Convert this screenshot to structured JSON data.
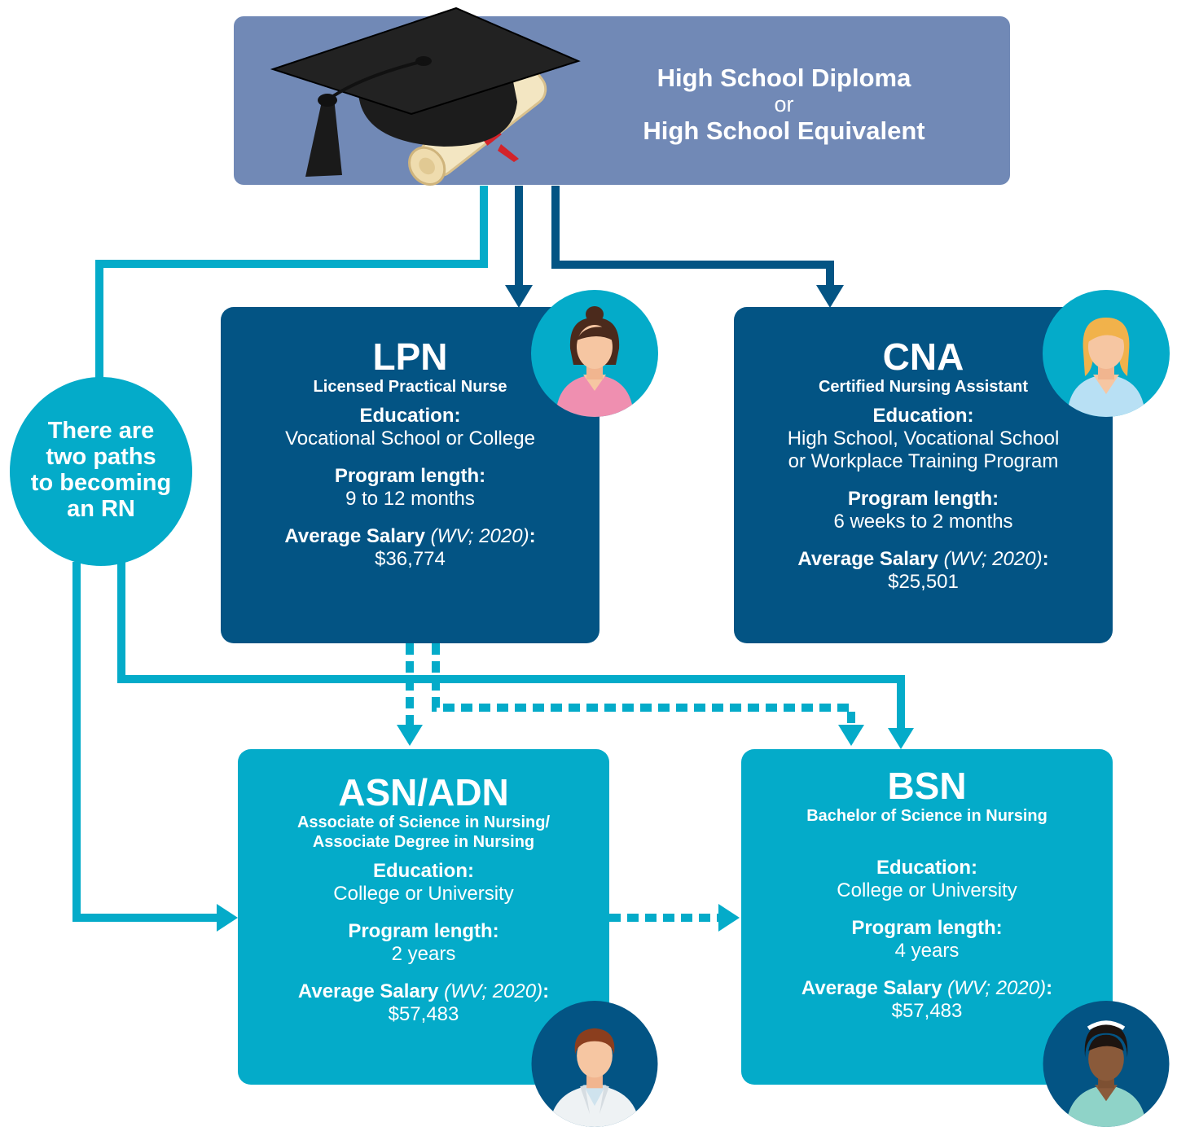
{
  "top": {
    "line1": "High School Diploma",
    "line2": "or",
    "line3": "High School Equivalent",
    "icon": "graduation-cap-diploma-icon"
  },
  "paths_note": {
    "line1": "There are",
    "line2": "two paths",
    "line3": "to becoming",
    "line4": "an RN"
  },
  "cards": {
    "lpn": {
      "title": "LPN",
      "subtitle": "Licensed Practical Nurse",
      "education_label": "Education:",
      "education_value": "Vocational School or College",
      "program_label": "Program length:",
      "program_value": "9 to 12 months",
      "salary_label": "Average Salary",
      "salary_note": "(WV; 2020)",
      "salary_colon": ":",
      "salary_value": "$36,774"
    },
    "cna": {
      "title": "CNA",
      "subtitle": "Certified Nursing Assistant",
      "education_label": "Education:",
      "education_value_1": "High School, Vocational School",
      "education_value_2": "or Workplace Training Program",
      "program_label": "Program length:",
      "program_value": "6 weeks to 2 months",
      "salary_label": "Average Salary",
      "salary_note": "(WV; 2020)",
      "salary_colon": ":",
      "salary_value": "$25,501"
    },
    "asn": {
      "title": "ASN/ADN",
      "subtitle_1": "Associate of Science in Nursing/",
      "subtitle_2": "Associate Degree in Nursing",
      "education_label": "Education:",
      "education_value": "College or University",
      "program_label": "Program length:",
      "program_value": "2 years",
      "salary_label": "Average Salary",
      "salary_note": "(WV; 2020)",
      "salary_colon": ":",
      "salary_value": "$57,483"
    },
    "bsn": {
      "title": "BSN",
      "subtitle": "Bachelor of Science in Nursing",
      "education_label": "Education:",
      "education_value": "College or University",
      "program_label": "Program length:",
      "program_value": "4 years",
      "salary_label": "Average Salary",
      "salary_note": "(WV; 2020)",
      "salary_colon": ":",
      "salary_value": "$57,483"
    }
  },
  "colors": {
    "top_box": "#7189b6",
    "dark_card": "#035484",
    "light_card": "#04abc9",
    "dark_arrow": "#035484",
    "light_arrow": "#04abc9"
  }
}
